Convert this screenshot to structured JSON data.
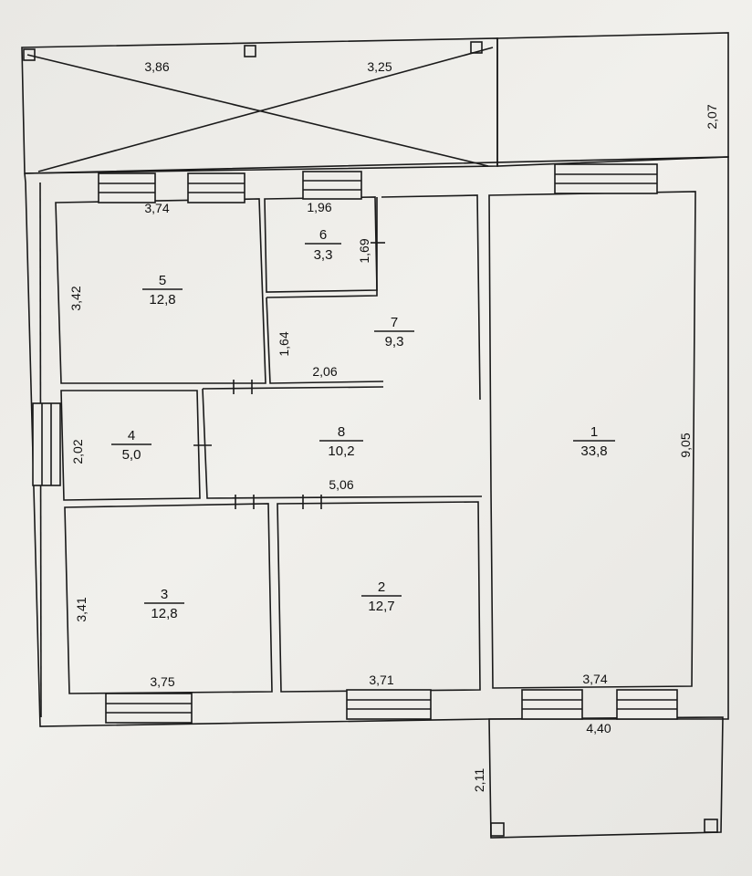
{
  "rooms": [
    {
      "id": "1",
      "number": "1",
      "area": "33,8"
    },
    {
      "id": "2",
      "number": "2",
      "area": "12,7"
    },
    {
      "id": "3",
      "number": "3",
      "area": "12,8"
    },
    {
      "id": "4",
      "number": "4",
      "area": "5,0"
    },
    {
      "id": "5",
      "number": "5",
      "area": "12,8"
    },
    {
      "id": "6",
      "number": "6",
      "area": "3,3"
    },
    {
      "id": "7",
      "number": "7",
      "area": "9,3"
    },
    {
      "id": "8",
      "number": "8",
      "area": "10,2"
    }
  ],
  "dimensions": {
    "top_left": "3,86",
    "top_right": "3,25",
    "terrace_top_height": "2,07",
    "room5_width": "3,74",
    "room5_height": "3,42",
    "room6_width": "1,96",
    "room6_height": "1,69",
    "room7_height": "1,64",
    "room7_width": "2,06",
    "room4_height": "2,02",
    "hall_width": "5,06",
    "room1_height": "9,05",
    "room3_height": "3,41",
    "room3_width": "3,75",
    "room2_width": "3,71",
    "room1_width": "3,74",
    "porch_width": "4,40",
    "porch_height": "2,11"
  }
}
